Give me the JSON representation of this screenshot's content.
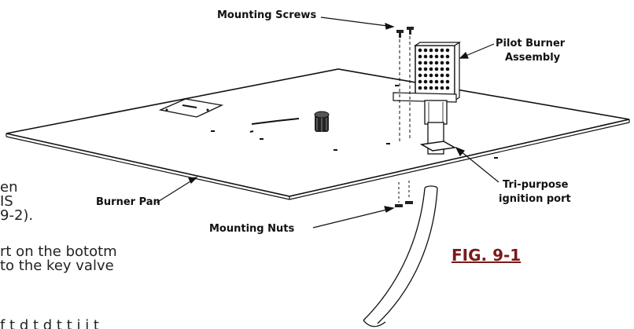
{
  "labels": {
    "mounting_screws": "Mounting Screws",
    "pilot_burner_line1": "Pilot Burner",
    "pilot_burner_line2": "Assembly",
    "burner_pan": "Burner Pan",
    "tri_purpose_line1": "Tri-purpose",
    "tri_purpose_line2": "ignition port",
    "mounting_nuts": "Mounting Nuts"
  },
  "figure_caption": "FIG. 9-1",
  "body_fragments": {
    "line1": "en",
    "line2": "IS",
    "line3": "9-2).",
    "line4": "rt on the bototm",
    "line5": "to the key valve",
    "line6": "f                  t  d   t  d  t  t  i     i  t"
  },
  "colors": {
    "caption": "#7a1a1a",
    "lines": "#111111",
    "pan_fill": "#ffffff"
  }
}
